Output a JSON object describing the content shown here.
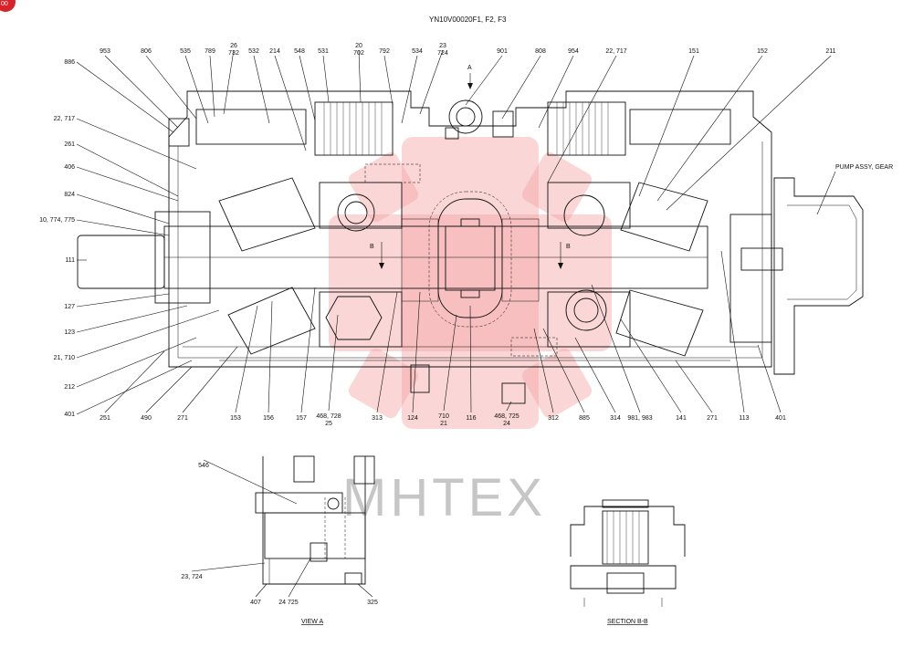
{
  "drawing": {
    "title": "YN10V00020F1, F2, F3",
    "corner_badge": "00",
    "watermark": "MHTEX",
    "arrow_label": "A",
    "section_marker": "B",
    "callout_pump": "PUMP ASSY, GEAR"
  },
  "labels": {
    "top": [
      "953",
      "806",
      "535",
      "789",
      "26\n732",
      "532",
      "214",
      "548",
      "531",
      "20\n702",
      "792",
      "534",
      "23\n724",
      "901",
      "808",
      "954",
      "22, 717",
      "151",
      "152",
      "211"
    ],
    "left": [
      "886",
      "22, 717",
      "261",
      "406",
      "824",
      "10, 774, 775",
      "111",
      "127",
      "123",
      "21, 710",
      "212",
      "401"
    ],
    "bottom": [
      "251",
      "490",
      "271",
      "153",
      "156",
      "157",
      "468, 728\n25",
      "313",
      "124",
      "710\n21",
      "116",
      "468, 725\n24",
      "312",
      "885",
      "314",
      "981, 983",
      "141",
      "271",
      "113",
      "401"
    ]
  },
  "view_a": {
    "caption": "VIEW A",
    "labels": [
      "546",
      "23, 724",
      "407",
      "24 725",
      "325"
    ]
  },
  "section_bb": {
    "caption": "SECTION B-B"
  }
}
